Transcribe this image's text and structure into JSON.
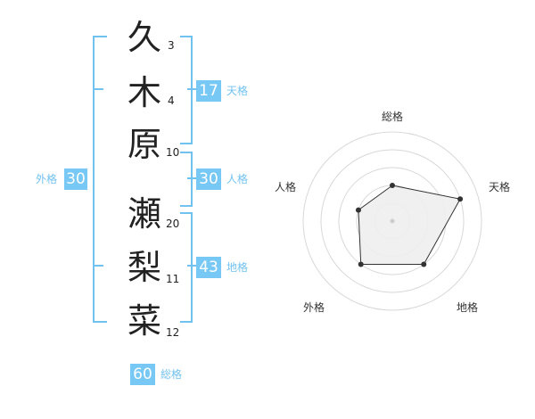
{
  "name": {
    "chars": [
      {
        "char": "久",
        "strokes": "3"
      },
      {
        "char": "木",
        "strokes": "4"
      },
      {
        "char": "原",
        "strokes": "10"
      },
      {
        "char": "瀬",
        "strokes": "20"
      },
      {
        "char": "梨",
        "strokes": "11"
      },
      {
        "char": "菜",
        "strokes": "12"
      }
    ]
  },
  "fortune": {
    "tenkaku": {
      "value": "17",
      "label": "天格"
    },
    "jinkaku": {
      "value": "30",
      "label": "人格"
    },
    "chikaku": {
      "value": "43",
      "label": "地格"
    },
    "gaikaku": {
      "value": "30",
      "label": "外格"
    },
    "soukaku": {
      "value": "60",
      "label": "総格"
    }
  },
  "colors": {
    "accent": "#78c8f6",
    "bracket": "#72c2f0",
    "text": "#222222"
  },
  "chart_data": {
    "type": "radar",
    "axes": [
      "総格",
      "天格",
      "地格",
      "外格",
      "人格"
    ],
    "values": [
      2,
      4,
      3,
      3,
      2
    ],
    "max": 5,
    "rings": 5,
    "fill": "#eeeeee",
    "stroke": "#333333"
  }
}
